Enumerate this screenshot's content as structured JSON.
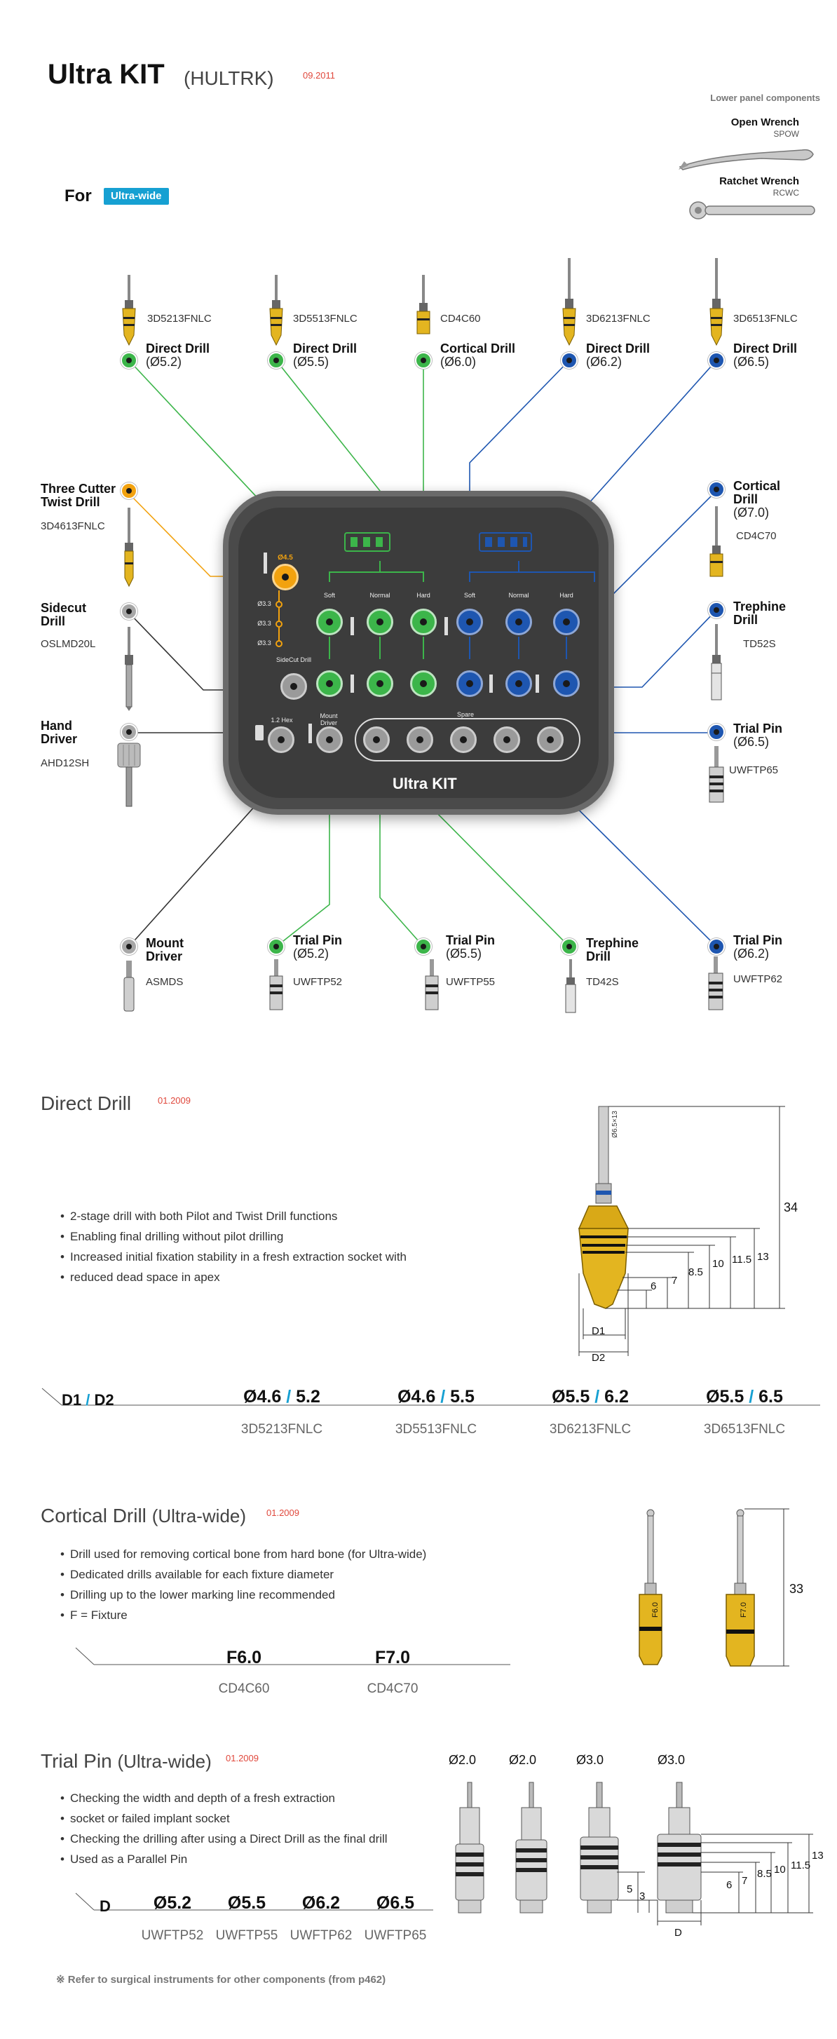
{
  "header": {
    "title": "Ultra KIT",
    "code": "(HULTRK)",
    "date": "09.2011",
    "for_label": "For",
    "badge": "Ultra-wide"
  },
  "lower_panel": {
    "title": "Lower panel components",
    "items": [
      {
        "name": "Open Wrench",
        "code": "SPOW"
      },
      {
        "name": "Ratchet Wrench",
        "code": "RCWC"
      }
    ]
  },
  "kit": {
    "logo": "Ultra KIT",
    "labels": {
      "o45": "Ø4.5",
      "o33a": "Ø3.3",
      "o33b": "Ø3.3",
      "o33c": "Ø3.3",
      "sidecut": "SideCut Drill",
      "hex": "1.2 Hex",
      "mount": "Mount Driver",
      "spare": "Spare",
      "soft_g": "Soft",
      "normal_g": "Normal",
      "hard_g": "Hard",
      "soft_b": "Soft",
      "normal_b": "Normal",
      "hard_b": "Hard"
    }
  },
  "top_items": [
    {
      "code": "3D5213FNLC",
      "name": "Direct Drill",
      "sub": "(Ø5.2)",
      "color": "green"
    },
    {
      "code": "3D5513FNLC",
      "name": "Direct Drill",
      "sub": "(Ø5.5)",
      "color": "green"
    },
    {
      "code": "CD4C60",
      "name": "Cortical Drill",
      "sub": "(Ø6.0)",
      "color": "green"
    },
    {
      "code": "3D6213FNLC",
      "name": "Direct Drill",
      "sub": "(Ø6.2)",
      "color": "blue"
    },
    {
      "code": "3D6513FNLC",
      "name": "Direct Drill",
      "sub": "(Ø6.5)",
      "color": "blue"
    }
  ],
  "left_items": [
    {
      "name": "Three Cutter",
      "name2": "Twist Drill",
      "code": "3D4613FNLC",
      "color": "orange"
    },
    {
      "name": "Sidecut",
      "name2": "Drill",
      "code": "OSLMD20L",
      "color": "grey"
    },
    {
      "name": "Hand",
      "name2": "Driver",
      "code": "AHD12SH",
      "color": "grey"
    }
  ],
  "right_items": [
    {
      "name": "Cortical",
      "name2": "Drill",
      "sub": "(Ø7.0)",
      "code": "CD4C70",
      "color": "blue"
    },
    {
      "name": "Trephine",
      "name2": "Drill",
      "sub": "",
      "code": "TD52S",
      "color": "blue"
    },
    {
      "name": "Trial Pin",
      "name2": "",
      "sub": "(Ø6.5)",
      "code": "UWFTP65",
      "color": "blue"
    }
  ],
  "bottom_items": [
    {
      "name": "Mount",
      "name2": "Driver",
      "code": "ASMDS",
      "color": "grey"
    },
    {
      "name": "Trial Pin",
      "name2": "(Ø5.2)",
      "code": "UWFTP52",
      "color": "green"
    },
    {
      "name": "Trial Pin",
      "name2": "(Ø5.5)",
      "code": "UWFTP55",
      "color": "green"
    },
    {
      "name": "Trephine",
      "name2": "Drill",
      "code": "TD42S",
      "color": "green"
    },
    {
      "name": "Trial Pin",
      "name2": "(Ø6.2)",
      "code": "UWFTP62",
      "color": "blue"
    }
  ],
  "direct_drill": {
    "title": "Direct Drill",
    "date": "01.2009",
    "bullets": [
      "2-stage drill with both Pilot and Twist Drill functions",
      "Enabling final drilling without pilot drilling",
      "Increased initial fixation stability in a fresh extraction socket with",
      "reduced dead space in apex"
    ],
    "key_d1": "D1",
    "key_sep": " / ",
    "key_d2": "D2",
    "columns": [
      {
        "d1": "Ø4.6",
        "d2": "5.2",
        "code": "3D5213FNLC"
      },
      {
        "d1": "Ø4.6",
        "d2": "5.5",
        "code": "3D5513FNLC"
      },
      {
        "d1": "Ø5.5",
        "d2": "6.2",
        "code": "3D6213FNLC"
      },
      {
        "d1": "Ø5.5",
        "d2": "6.5",
        "code": "3D6513FNLC"
      }
    ],
    "dims": {
      "total": "34",
      "d13": "13",
      "d115": "11.5",
      "d10": "10",
      "d85": "8.5",
      "d7": "7",
      "d6": "6",
      "D1": "D1",
      "D2": "D2",
      "engrave": "Ø6.5×13"
    }
  },
  "cortical_drill": {
    "title": "Cortical Drill",
    "title_sub": "(Ultra-wide)",
    "date": "01.2009",
    "bullets": [
      "Drill used for removing cortical bone from hard bone (for Ultra-wide)",
      "Dedicated drills available for each fixture diameter",
      "Drilling up to the lower marking line recommended",
      "F = Fixture"
    ],
    "columns": [
      {
        "f": "F6.0",
        "code": "CD4C60"
      },
      {
        "f": "F7.0",
        "code": "CD4C70"
      }
    ],
    "dims": {
      "len": "33",
      "mark1": "F6.0",
      "mark2": "F7.0"
    }
  },
  "trial_pin": {
    "title": "Trial Pin",
    "title_sub": "(Ultra-wide)",
    "date": "01.2009",
    "bullets": [
      "Checking the width and depth of a fresh extraction",
      "socket or failed implant socket",
      "Checking the drilling after using a Direct Drill as the final drill",
      "Used as a Parallel Pin"
    ],
    "key": "D",
    "columns": [
      {
        "d": "Ø5.2",
        "code": "UWFTP52"
      },
      {
        "d": "Ø5.5",
        "code": "UWFTP55"
      },
      {
        "d": "Ø6.2",
        "code": "UWFTP62"
      },
      {
        "d": "Ø6.5",
        "code": "UWFTP65"
      }
    ],
    "pin_labels": [
      "Ø2.0",
      "Ø2.0",
      "Ø3.0",
      "Ø3.0"
    ],
    "dims": {
      "d13": "13",
      "d115": "11.5",
      "d10": "10",
      "d85": "8.5",
      "d7": "7",
      "d6": "6",
      "d5": "5",
      "d3": "3",
      "D": "D"
    }
  },
  "footnote": "※ Refer to surgical instruments for other components (from p462)",
  "colors": {
    "green": "#3cb54a",
    "blue": "#1e56b0",
    "orange": "#f2a20f",
    "grey": "#a7a7a7",
    "accent": "#16a0d2",
    "date_red": "#e0483c"
  }
}
